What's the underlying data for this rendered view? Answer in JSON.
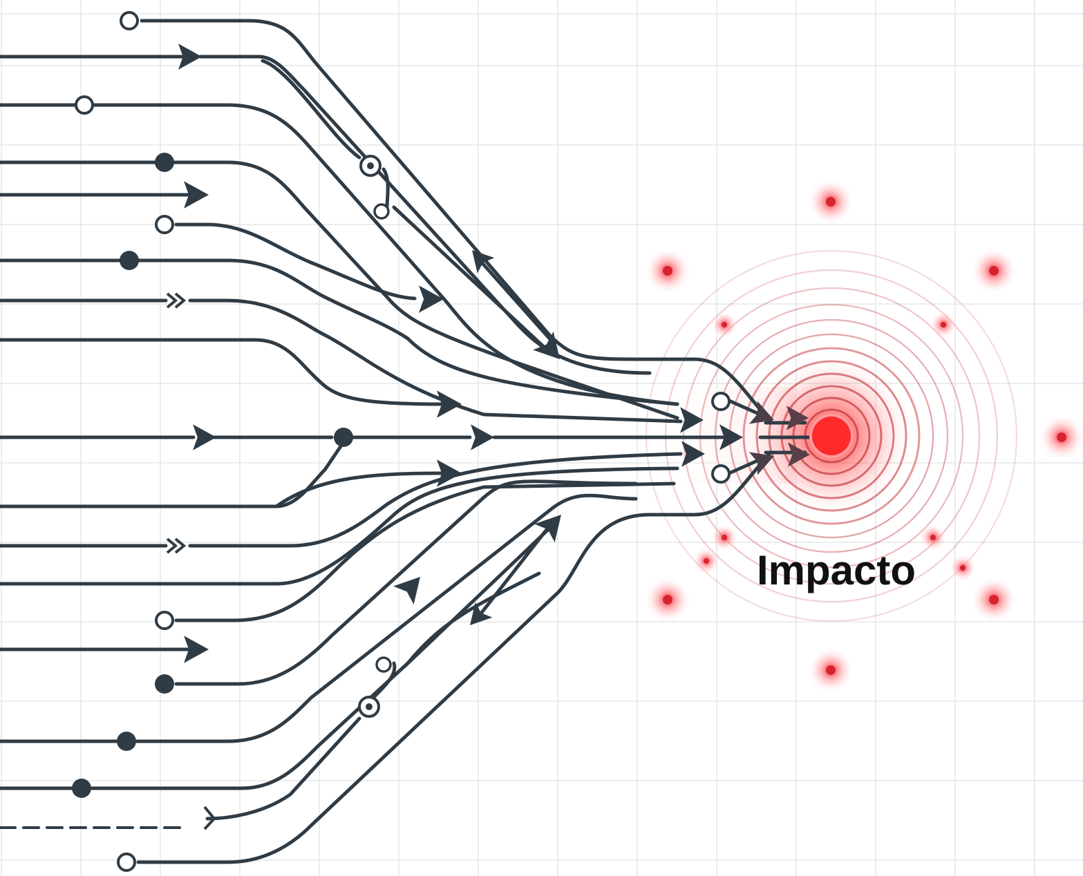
{
  "diagram": {
    "label": "Impacto",
    "colors": {
      "background": "#ffffff",
      "grid": "#e3e6e8",
      "line": "#2f3b45",
      "impact": "#ff2a2a",
      "ring": "#c8434a",
      "label": "#111111"
    },
    "elements": {
      "lines": "converging-paths",
      "arrowheads": "direction-arrows",
      "open_nodes": "hollow-circle-nodes",
      "filled_nodes": "filled-circle-nodes",
      "impact": "impact-point",
      "rings": "concentric-ripples",
      "sparks": "radial-sparks"
    }
  }
}
